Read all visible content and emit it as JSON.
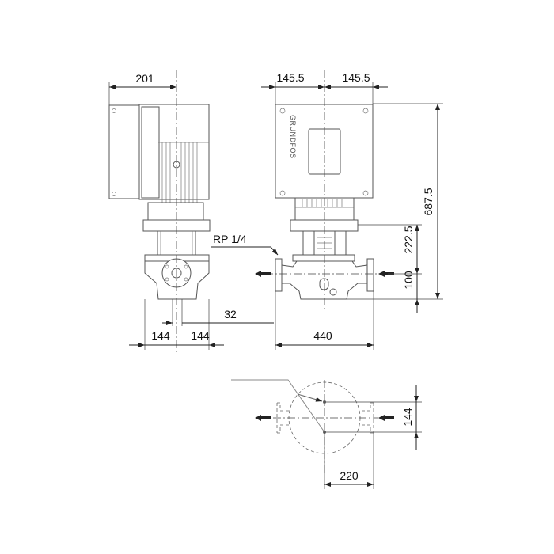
{
  "brand": "GRUNDFOS",
  "side_view": {
    "width_dim": "201",
    "foot_left_dim": "144",
    "foot_right_dim": "144",
    "offset_dim": "32"
  },
  "front_view": {
    "half_width_left": "145.5",
    "half_width_right": "145.5",
    "total_height": "687.5",
    "flange_to_axis": "222.5",
    "axis_height": "100",
    "port_to_port": "440",
    "connection_label": "RP 1/4"
  },
  "top_view": {
    "bolt_spacing": "144",
    "flange_distance": "220"
  }
}
